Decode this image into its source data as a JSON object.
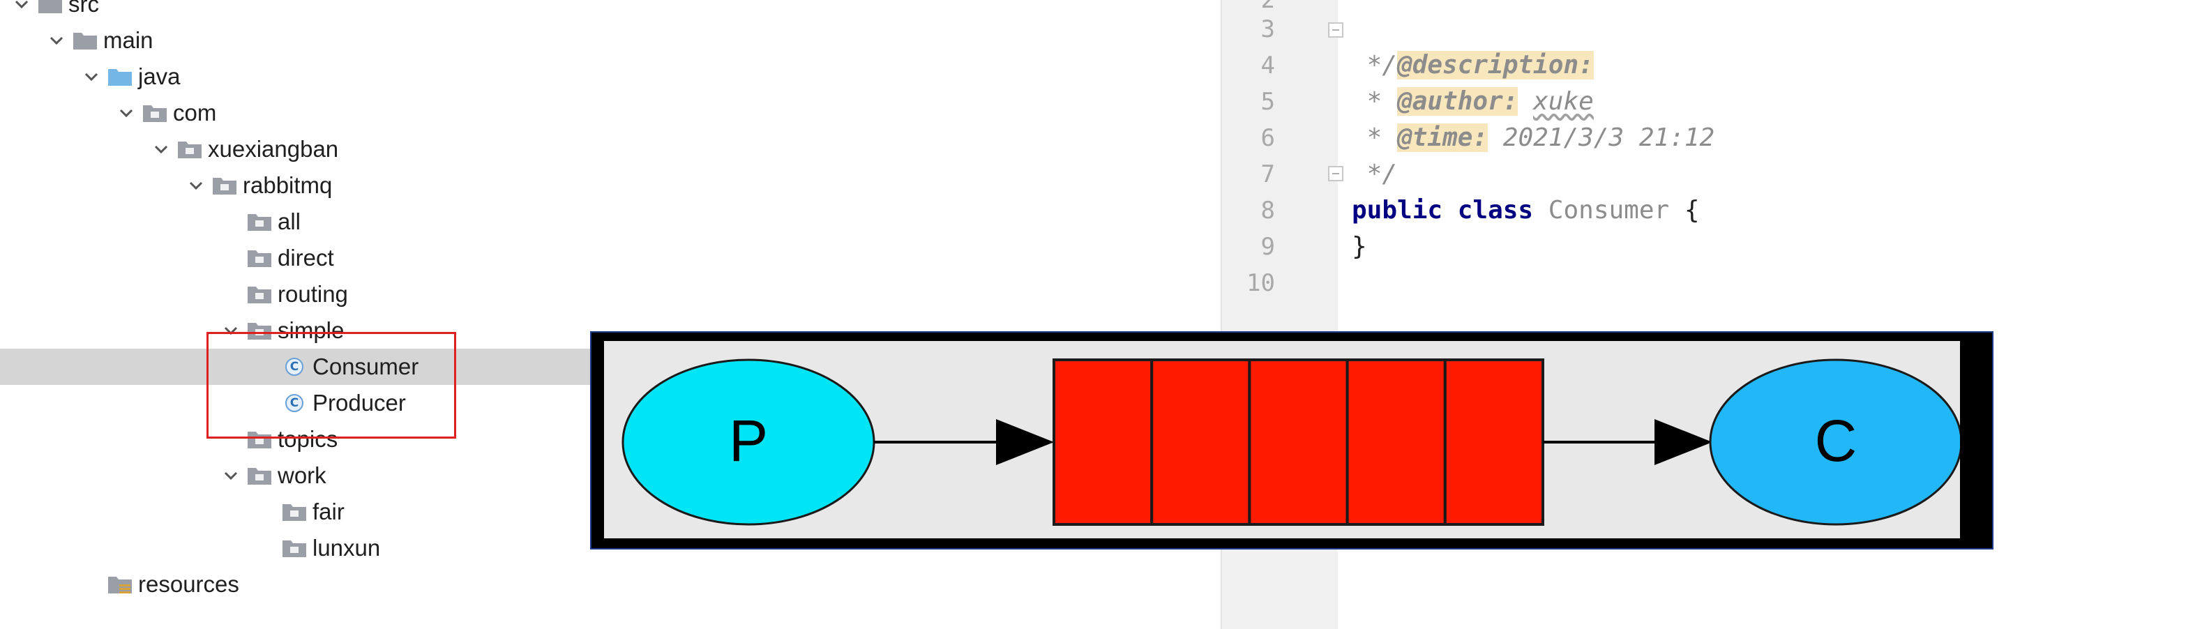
{
  "tree": {
    "items": [
      {
        "label": "src",
        "kind": "folder",
        "expanded": true
      },
      {
        "label": "main",
        "kind": "folder",
        "expanded": true
      },
      {
        "label": "java",
        "kind": "source-folder",
        "expanded": true
      },
      {
        "label": "com",
        "kind": "package",
        "expanded": true
      },
      {
        "label": "xuexiangban",
        "kind": "package",
        "expanded": true
      },
      {
        "label": "rabbitmq",
        "kind": "package",
        "expanded": true
      },
      {
        "label": "all",
        "kind": "package"
      },
      {
        "label": "direct",
        "kind": "package"
      },
      {
        "label": "routing",
        "kind": "package"
      },
      {
        "label": "simple",
        "kind": "package",
        "expanded": true
      },
      {
        "label": "Consumer",
        "kind": "class",
        "selected": true
      },
      {
        "label": "Producer",
        "kind": "class"
      },
      {
        "label": "topics",
        "kind": "package"
      },
      {
        "label": "work",
        "kind": "package",
        "expanded": true
      },
      {
        "label": "fair",
        "kind": "package"
      },
      {
        "label": "lunxun",
        "kind": "package"
      },
      {
        "label": "resources",
        "kind": "resources-folder"
      }
    ]
  },
  "editor": {
    "line_numbers": [
      "2",
      "3",
      "4",
      "5",
      "6",
      "7",
      "8",
      "9",
      "10"
    ],
    "line3": {
      "text": "/**"
    },
    "line4": {
      "prefix": " * ",
      "tag": "@description:"
    },
    "line5": {
      "prefix": " * ",
      "tag": "@author:",
      "value": "xuke"
    },
    "line6": {
      "prefix": " * ",
      "tag": "@time:",
      "value": "2021/3/3 21:12"
    },
    "line7": {
      "text": " */"
    },
    "line8": {
      "kw1": "public",
      "kw2": "class",
      "name": "Consumer",
      "brace": "{"
    },
    "line9": {
      "text": "}"
    }
  },
  "diagram": {
    "producer_label": "P",
    "consumer_label": "C",
    "queue_slots": 5,
    "colors": {
      "producer": "#00e5f5",
      "queue": "#ff1a00",
      "consumer": "#22b8f8"
    }
  },
  "colors": {
    "selection": "#d5d5d5",
    "highlight_border": "#e02020",
    "gutter": "#f0f0f0",
    "keyword": "#000080",
    "doc_tag_bg": "#f8e6bd"
  }
}
